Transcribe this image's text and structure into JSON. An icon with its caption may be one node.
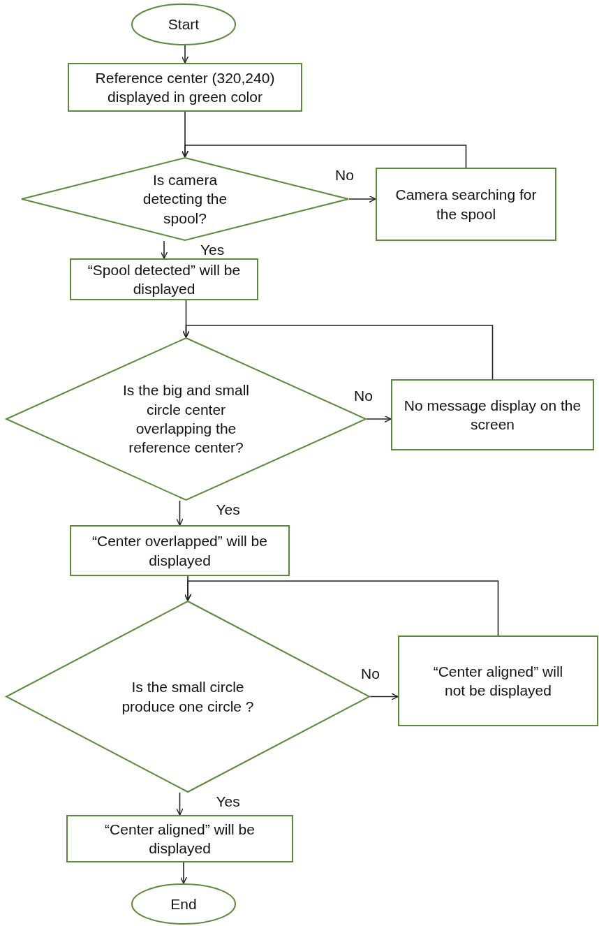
{
  "diagram": {
    "nodes": [
      {
        "text": [
          "Start"
        ]
      },
      {
        "text": [
          "Reference center (320,240) displayed in green color"
        ]
      },
      {
        "text": [
          "Is camera detecting the spool?"
        ]
      },
      {
        "text": [
          "Camera searching for the spool"
        ]
      },
      {
        "text": [
          "“Spool detected” will be displayed"
        ]
      },
      {
        "text": [
          "Is the big and small circle center overlapping the reference center?"
        ]
      },
      {
        "text": [
          "No message display on the screen"
        ]
      },
      {
        "text": [
          "“Center overlapped” will be displayed"
        ]
      },
      {
        "text": [
          "Is the small circle produce one circle ?"
        ]
      },
      {
        "text": [
          "“Center aligned” will not be displayed"
        ]
      },
      {
        "text": [
          "“Center aligned” will be displayed"
        ]
      },
      {
        "text": [
          "End"
        ]
      }
    ],
    "edges": [
      {
        "from": 0,
        "to": 1,
        "arrow": "to"
      },
      {
        "from": 1,
        "to": 2,
        "arrow": "to"
      },
      {
        "from": 2,
        "to": 3,
        "arrow": "to",
        "label": "No"
      },
      {
        "from": 3,
        "to": 2,
        "arrow": "to"
      },
      {
        "from": 2,
        "to": 4,
        "arrow": "to",
        "label": "Yes"
      },
      {
        "from": 4,
        "to": 5,
        "arrow": "to"
      },
      {
        "from": 5,
        "to": 6,
        "arrow": "to",
        "label": "No"
      },
      {
        "from": 6,
        "to": 5,
        "arrow": "to"
      },
      {
        "from": 5,
        "to": 7,
        "arrow": "to",
        "label": "Yes"
      },
      {
        "from": 7,
        "to": 8,
        "arrow": "to"
      },
      {
        "from": 8,
        "to": 9,
        "arrow": "to",
        "label": "No"
      },
      {
        "from": 9,
        "to": 8,
        "arrow": "to"
      },
      {
        "from": 8,
        "to": 10,
        "arrow": "to",
        "label": "Yes"
      },
      {
        "from": 10,
        "to": 11,
        "arrow": "to"
      }
    ]
  }
}
